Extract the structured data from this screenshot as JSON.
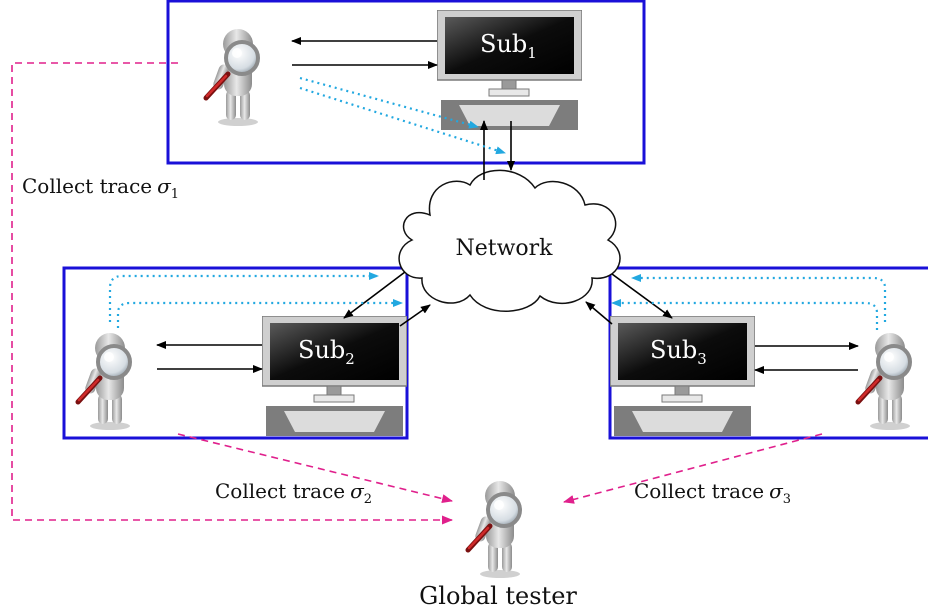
{
  "subsystems": [
    {
      "name": "Sub",
      "index": "1"
    },
    {
      "name": "Sub",
      "index": "2"
    },
    {
      "name": "Sub",
      "index": "3"
    }
  ],
  "network_label": "Network",
  "traces": [
    {
      "text": "Collect trace",
      "symbol": "σ",
      "index": "1"
    },
    {
      "text": "Collect trace",
      "symbol": "σ",
      "index": "2"
    },
    {
      "text": "Collect trace",
      "symbol": "σ",
      "index": "3"
    }
  ],
  "global_tester_label": "Global tester",
  "colors": {
    "box_border": "#1a10d8",
    "trace_line": "#e0208c",
    "monitor_line": "#22a8e0",
    "arrow": "#000000"
  },
  "icons": [
    "tester-figure-icon",
    "magnifier-icon",
    "monitor-icon",
    "cloud-icon"
  ]
}
